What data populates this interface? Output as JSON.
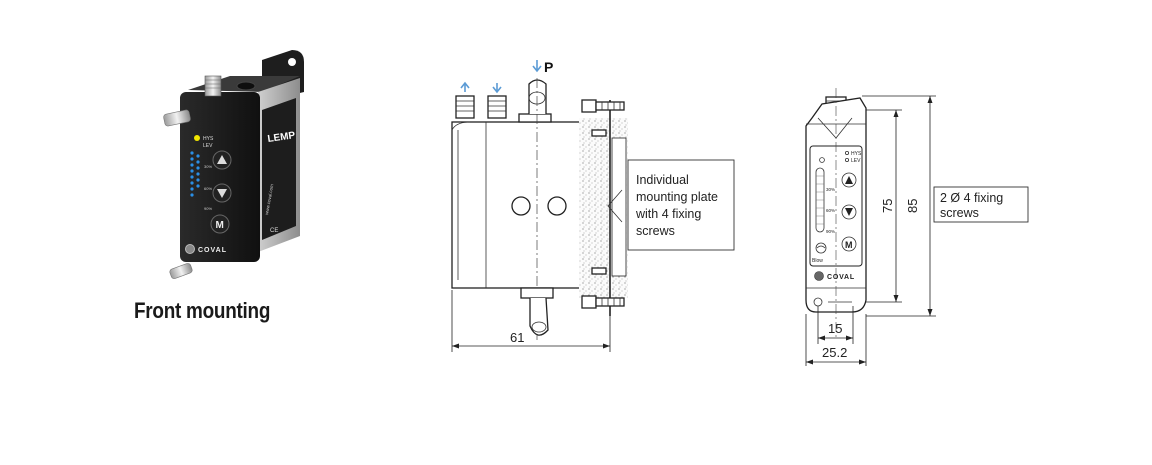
{
  "caption": "Front mounting",
  "product": {
    "brand_top": "LEMP",
    "brand_bottom": "COVAL",
    "indicators": [
      "HYS",
      "LEV"
    ],
    "scale_marks": [
      "30%",
      "60%",
      "90%"
    ],
    "mode_key": "M",
    "mark": "CE",
    "website": "www.coval.com"
  },
  "side_view": {
    "port_label": "P",
    "callout": [
      "Individual",
      "mounting plate",
      "with 4 fixing",
      "screws"
    ],
    "width_dim": "61"
  },
  "front_view": {
    "indicators": [
      "HYS",
      "LEV"
    ],
    "scale_marks": [
      "30%",
      "60%",
      "90%"
    ],
    "mode_key": "M",
    "blow_label": "Blow",
    "brand": "COVAL",
    "callout": [
      "2 Ø 4 fixing",
      "screws"
    ],
    "dim_height_inner": "75",
    "dim_height_outer": "85",
    "dim_hole_spacing": "15",
    "dim_width": "25.2"
  },
  "colors": {
    "ink": "#222222",
    "led_blue": "#2a8fe6",
    "led_yellow": "#f2e600",
    "body_black": "#1b1b1b"
  }
}
